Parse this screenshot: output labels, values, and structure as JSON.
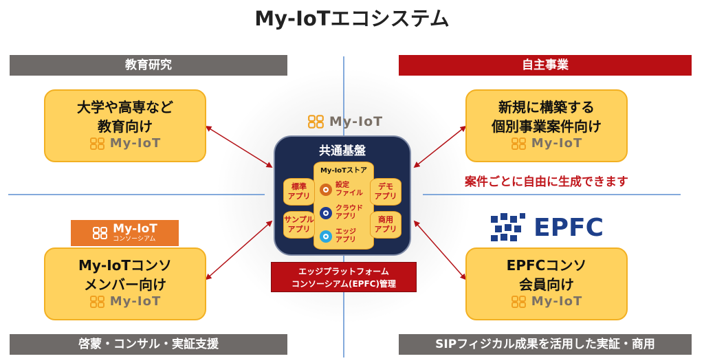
{
  "title": "My-IoTエコシステム",
  "bars": {
    "top_left": "教育研究",
    "top_right": "自主事業",
    "bottom_left": "啓蒙・コンサル・実証支援",
    "bottom_right": "SIPフィジカル成果を活用した実証・商用"
  },
  "logo_text": "My-IoT",
  "boxes": {
    "edu": {
      "line1": "大学や高専など",
      "line2": "教育向け"
    },
    "biz": {
      "line1": "新規に構築する",
      "line2": "個別事業案件向け"
    },
    "member": {
      "line1": "My-IoTコンソ",
      "line2": "メンバー向け"
    },
    "epfc": {
      "line1": "EPFCコンソ",
      "line2": "会員向け"
    }
  },
  "center": {
    "heading": "共通基盤",
    "store": "My-IoTストア",
    "left_top": [
      "標準",
      "アプリ"
    ],
    "left_bottom": [
      "サンプル",
      "アプリ"
    ],
    "right_top": [
      "デモ",
      "アプリ"
    ],
    "right_bottom": [
      "商用",
      "アプリ"
    ],
    "items": [
      {
        "l1": "設定",
        "l2": "ファイル"
      },
      {
        "l1": "クラウド",
        "l2": "アプリ"
      },
      {
        "l1": "エッジ",
        "l2": "アプリ"
      }
    ]
  },
  "epfc_managed": {
    "line1": "エッジプラットフォーム",
    "line2": "コンソーシアム(EPFC)管理"
  },
  "consortium_logo": {
    "name": "My-IoT",
    "sub": "コンソーシアム"
  },
  "note": "案件ごとに自由に生成できます",
  "epfc_logo": "EPFC",
  "colors": {
    "accent_red": "#b90f14",
    "gray": "#6e6a68",
    "yellow": "#ffd25e",
    "navy": "#1d2b4f",
    "orange": "#e8782a",
    "epfc_blue": "#1d3f8a"
  }
}
